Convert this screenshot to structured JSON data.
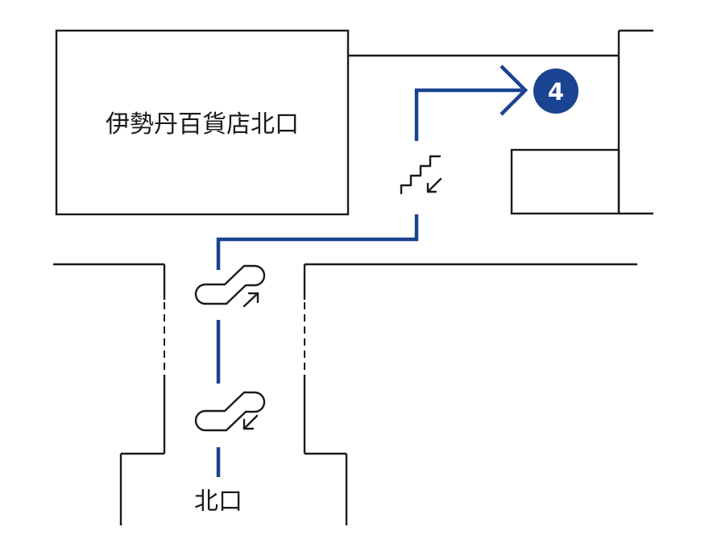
{
  "labels": {
    "store_name": "伊勢丹百貨店北口",
    "exit_label": "北口",
    "exit_badge": "4"
  },
  "colors": {
    "route": "#1a4391",
    "badge_fill": "#1a4391",
    "badge_text": "#ffffff",
    "wall": "#1a1a1a",
    "background": "#ffffff"
  },
  "icons": [
    "escalator-up-icon",
    "escalator-down-icon",
    "stairs-down-icon",
    "route-arrow-icon"
  ]
}
